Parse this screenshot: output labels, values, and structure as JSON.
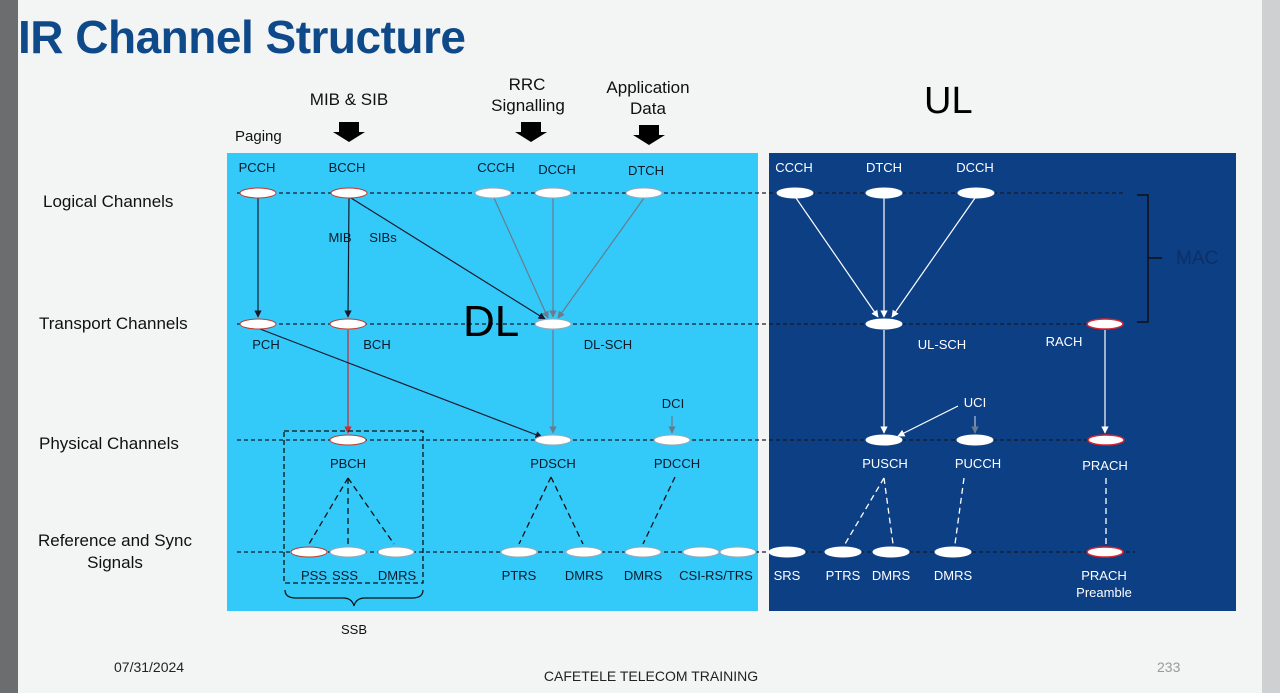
{
  "title": "IR Channel Structure",
  "inputs": {
    "paging": "Paging",
    "mib_sib": "MIB & SIB",
    "rrc_line1": "RRC",
    "rrc_line2": "Signalling",
    "app_line1": "Application",
    "app_line2": "Data"
  },
  "ul_label": "UL",
  "dl_label": "DL",
  "mac_label": "MAC",
  "rows": {
    "logical": "Logical Channels",
    "transport": "Transport Channels",
    "physical": "Physical Channels",
    "ref_line1": "Reference and Sync",
    "ref_line2": "Signals"
  },
  "dl": {
    "logical": [
      "PCCH",
      "BCCH",
      "CCCH",
      "DCCH",
      "DTCH"
    ],
    "mib": "MIB",
    "sibs": "SIBs",
    "transport": [
      "PCH",
      "BCH",
      "DL-SCH"
    ],
    "dci": "DCI",
    "physical": [
      "PBCH",
      "PDSCH",
      "PDCCH"
    ],
    "signals": [
      "PSS",
      "SSS",
      "DMRS",
      "PTRS",
      "DMRS",
      "DMRS",
      "CSI-RS/TRS"
    ],
    "ssb": "SSB"
  },
  "ul": {
    "logical": [
      "CCCH",
      "DTCH",
      "DCCH"
    ],
    "transport": [
      "UL-SCH",
      "RACH"
    ],
    "uci": "UCI",
    "physical": [
      "PUSCH",
      "PUCCH",
      "PRACH"
    ],
    "signals": [
      "SRS",
      "PTRS",
      "DMRS",
      "DMRS"
    ],
    "prach_line1": "PRACH",
    "prach_line2": "Preamble"
  },
  "footer": {
    "date": "07/31/2024",
    "company": "CAFETELE TELECOM TRAINING",
    "page": "233"
  },
  "colors": {
    "title": "#0e4a8a",
    "dl_bg": "#33c9f9",
    "ul_bg": "#0d3f85",
    "rach": "#d9232f"
  }
}
